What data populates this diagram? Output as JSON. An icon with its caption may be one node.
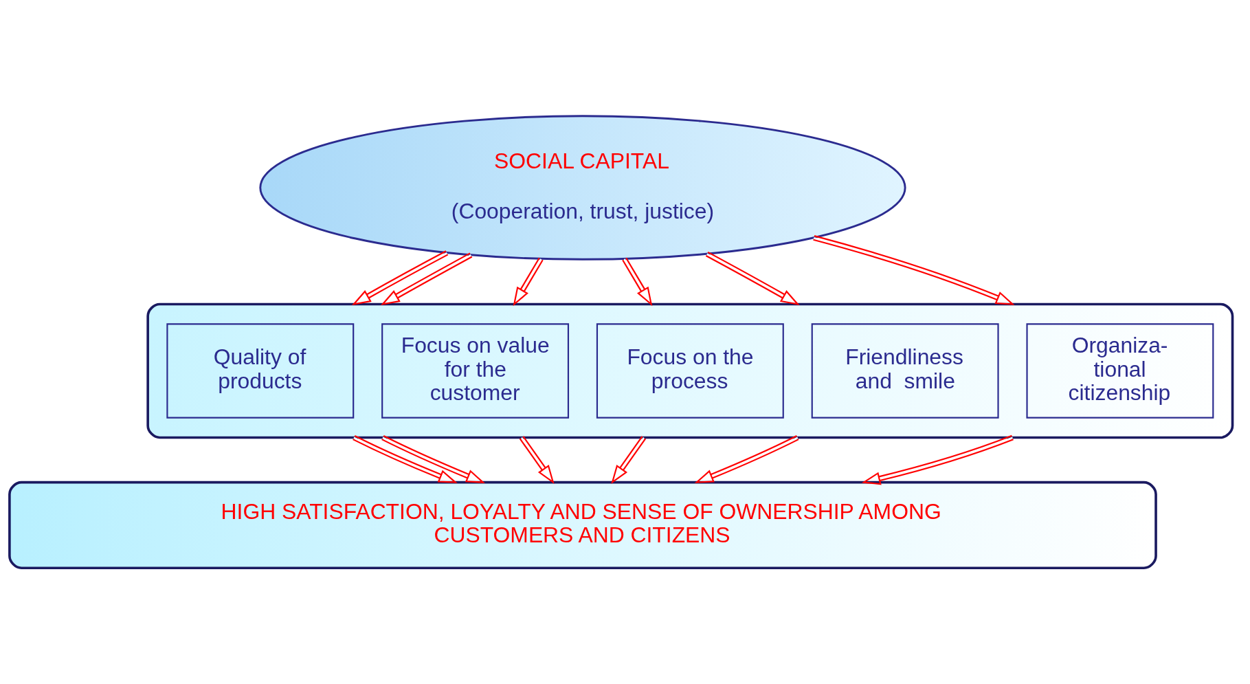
{
  "diagram": {
    "nodes": [
      {
        "text": [
          "SOCIAL CAPITAL",
          "(Cooperation, trust, justice)"
        ]
      },
      {
        "text": [],
        "shape": "box"
      },
      {
        "text": [
          "Quality of products"
        ],
        "in": 1
      },
      {
        "text": [
          "Focus on value for the customer"
        ],
        "in": 1
      },
      {
        "text": [
          "Focus on the process"
        ],
        "in": 1
      },
      {
        "text": [
          "Friendliness and  smile"
        ],
        "in": 1
      },
      {
        "text": [
          "Organiza- tional citizenship"
        ],
        "in": 1
      },
      {
        "text": [
          "HIGH SATISFACTION, LOYALTY AND SENSE OF OWNERSHIP AMONG CUSTOMERS AND CITIZENS"
        ]
      }
    ],
    "edges": [
      {
        "from": 0,
        "to": 1,
        "arrow": "to"
      },
      {
        "from": 0,
        "to": 1,
        "arrow": "to"
      },
      {
        "from": 0,
        "to": 1,
        "arrow": "to"
      },
      {
        "from": 0,
        "to": 1,
        "arrow": "to"
      },
      {
        "from": 0,
        "to": 1,
        "arrow": "to"
      },
      {
        "from": 0,
        "to": 1,
        "arrow": "to"
      },
      {
        "from": 1,
        "to": 7,
        "arrow": "to"
      },
      {
        "from": 1,
        "to": 7,
        "arrow": "to"
      },
      {
        "from": 1,
        "to": 7,
        "arrow": "to"
      },
      {
        "from": 1,
        "to": 7,
        "arrow": "to"
      },
      {
        "from": 1,
        "to": 7,
        "arrow": "to"
      },
      {
        "from": 1,
        "to": 7,
        "arrow": "to"
      }
    ]
  }
}
